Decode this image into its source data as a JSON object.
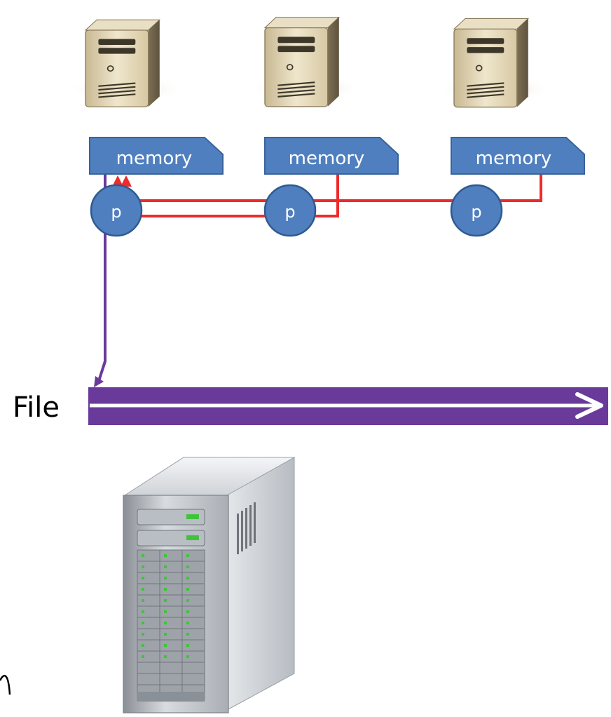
{
  "nodes": [
    {
      "memory_label": "memory",
      "process_label": "p"
    },
    {
      "memory_label": "memory",
      "process_label": "p"
    },
    {
      "memory_label": "memory",
      "process_label": "p"
    }
  ],
  "file": {
    "label": "File"
  },
  "colors": {
    "memory_fill": "#4f7fbf",
    "memory_stroke": "#3a6499",
    "process_fill": "#4f7fbf",
    "process_stroke": "#2f5a8f",
    "message_line": "#ee2b2b",
    "io_line": "#6a3a9a",
    "file_bar": "#6a3a9a",
    "file_arrow": "#ffffff"
  },
  "icons": {
    "client": "desktop-tower-icon",
    "storage": "storage-server-rack-icon"
  }
}
